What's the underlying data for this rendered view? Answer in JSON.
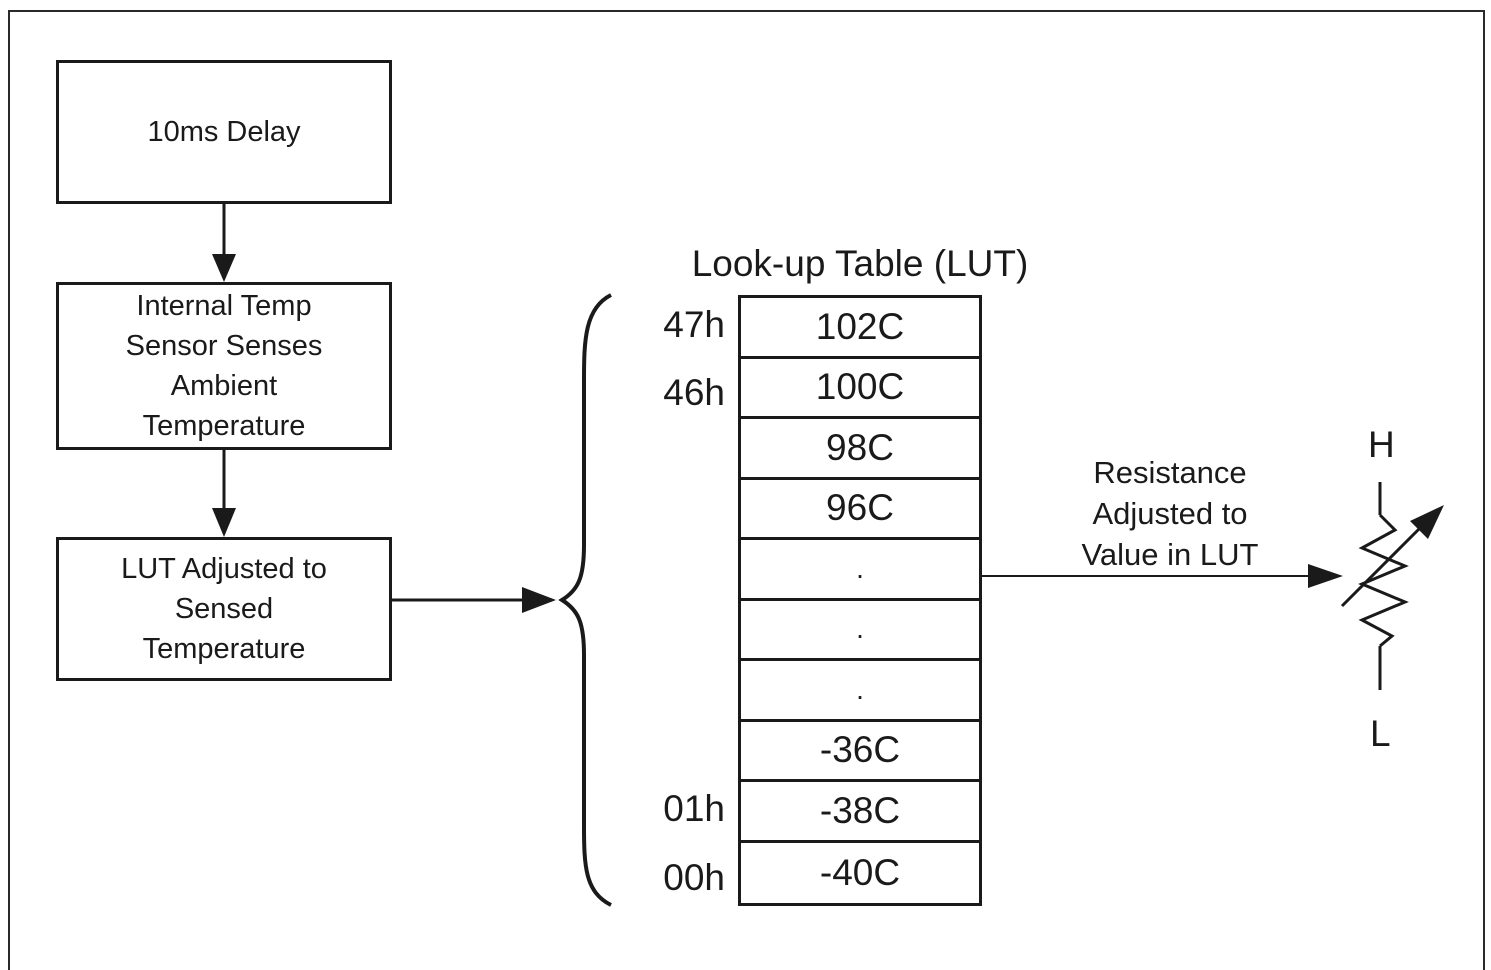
{
  "flow": {
    "delay_label": "10ms Delay",
    "sensor_lines": [
      "Internal Temp",
      "Sensor Senses",
      "Ambient",
      "Temperature"
    ],
    "lut_adjust_lines": [
      "LUT Adjusted to",
      "Sensed",
      "Temperature"
    ]
  },
  "lut": {
    "title": "Look-up Table (LUT)",
    "rows": [
      "102C",
      "100C",
      "98C",
      "96C",
      ".",
      ".",
      ".",
      "-36C",
      "-38C",
      "-40C"
    ],
    "addresses": [
      "47h",
      "46h",
      "01h",
      "00h"
    ]
  },
  "output": {
    "label_lines": [
      "Resistance",
      "Adjusted to",
      "Value in LUT"
    ],
    "high_terminal": "H",
    "low_terminal": "L"
  }
}
